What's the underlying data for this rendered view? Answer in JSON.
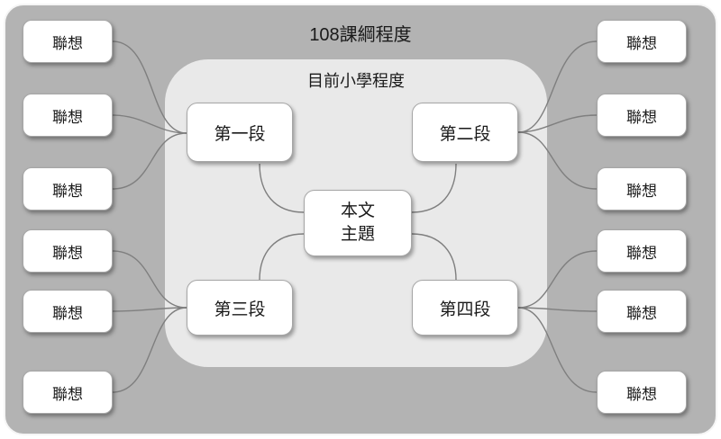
{
  "diagram": {
    "outer_title": "108課綱程度",
    "inner_title": "目前小學程度",
    "center_node": {
      "line1": "本文",
      "line2": "主題"
    },
    "paragraph_nodes": [
      {
        "label": "第一段"
      },
      {
        "label": "第二段"
      },
      {
        "label": "第三段"
      },
      {
        "label": "第四段"
      }
    ],
    "left_association_nodes": [
      {
        "label": "聯想"
      },
      {
        "label": "聯想"
      },
      {
        "label": "聯想"
      },
      {
        "label": "聯想"
      },
      {
        "label": "聯想"
      },
      {
        "label": "聯想"
      }
    ],
    "right_association_nodes": [
      {
        "label": "聯想"
      },
      {
        "label": "聯想"
      },
      {
        "label": "聯想"
      },
      {
        "label": "聯想"
      },
      {
        "label": "聯想"
      },
      {
        "label": "聯想"
      }
    ],
    "colors": {
      "outer_fill": "#b3b3b3",
      "inner_fill": "#e9e9e9",
      "node_fill": "#ffffff",
      "node_border": "#a6a6a6",
      "connector": "#7f7f7f",
      "text": "#1a1a1a"
    }
  }
}
